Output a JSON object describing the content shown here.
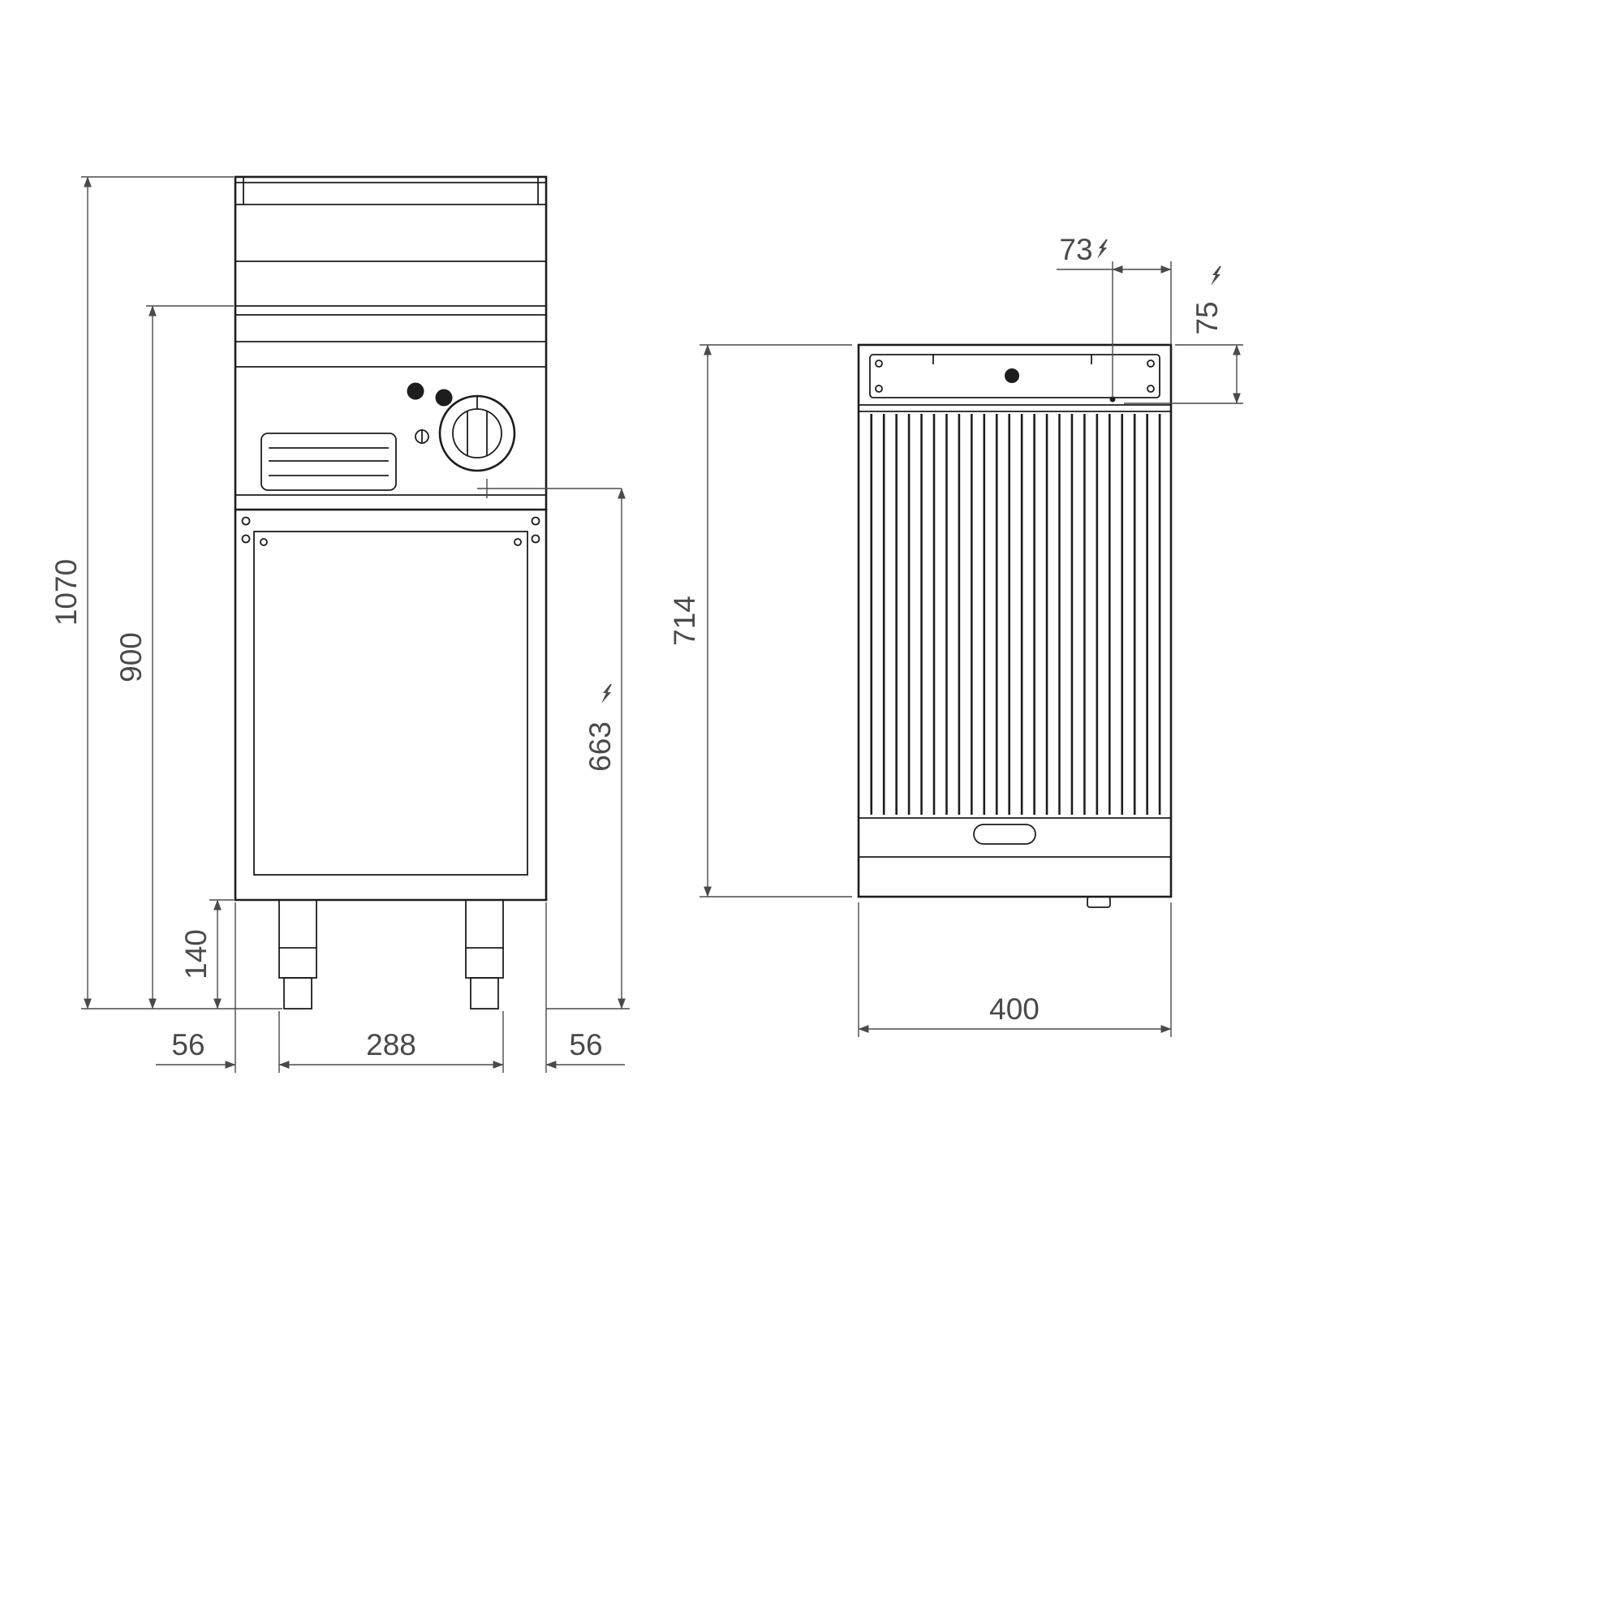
{
  "front": {
    "total_height": "1070",
    "work_height": "900",
    "leg_height": "140",
    "inset_left": "56",
    "leg_span": "288",
    "inset_right": "56",
    "conn_height": "663"
  },
  "top": {
    "conn_x": "73",
    "conn_y": "75",
    "depth": "714",
    "width": "400"
  },
  "symbols": {
    "electric": "lightning-bolt"
  },
  "colors": {
    "object_line": "#1d1d1d",
    "dimension_line": "#4a4a4a",
    "background": "#ffffff"
  }
}
